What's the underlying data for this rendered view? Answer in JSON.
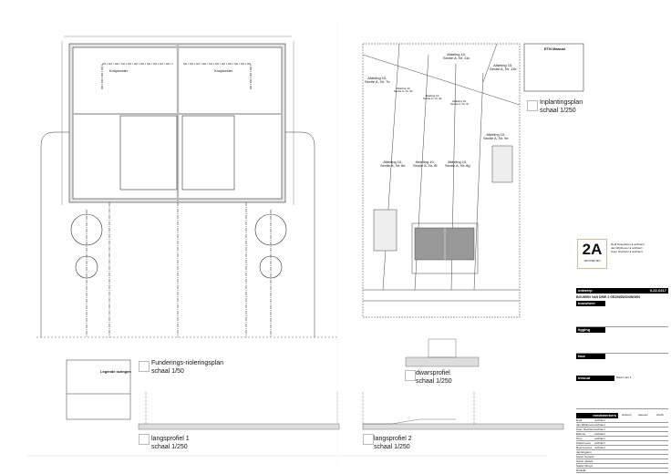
{
  "drawings": {
    "floor_plan": {
      "title": "Funderings-rioleringsplan",
      "scale": "schaal 1/50",
      "room_left": "Kruipkelder",
      "room_right": "Kruipkelder"
    },
    "profile1": {
      "title": "langsprofiel 1",
      "scale": "schaal 1/250"
    },
    "profile2": {
      "title": "langsprofiel 2",
      "scale": "schaal 1/250"
    },
    "cross_profile": {
      "title": "dwarsprofiel",
      "scale": "schaal 1/250"
    },
    "site_plan": {
      "title": "Inplantingsplan",
      "scale": "schaal 1/250"
    }
  },
  "legend": {
    "title": "Legende lozingen"
  },
  "parcels": [
    {
      "line1": "Afdeling 10,",
      "line2": "Sectie A, Nr. 11c"
    },
    {
      "line1": "Afdeling 10,",
      "line2": "Sectie A, Nr. 11b"
    },
    {
      "line1": "Afdeling 10,",
      "line2": "Sectie A, Nr. 7e"
    },
    {
      "line1": "Afdeling 10,",
      "line2": "Sectie A, Nr. 9h"
    },
    {
      "line1": "Afdeling 10,",
      "line2": "Sectie A, Nr. 9k"
    },
    {
      "line1": "Afdeling 10,",
      "line2": "Sectie A, Nr. 9l"
    },
    {
      "line1": "Afdeling 10,",
      "line2": "Sectie A, Nr. 9e"
    },
    {
      "line1": "Afdeling 10,",
      "line2": "Sectie A, Nr. 8e"
    },
    {
      "line1": "Afdeling 10,",
      "line2": "Sectie A, Nr. 8f"
    },
    {
      "line1": "Afdeling 10,",
      "line2": "Sectie A, Nr. 8g"
    }
  ],
  "etn_box": {
    "title": "ETN Manual"
  },
  "title_block": {
    "logo": "2A",
    "logo_sub": "ARCHITECTEN",
    "people": [
      "Rudi Smeyaleos ● architect",
      "Jan Wijnhoven ● architect",
      "Koen Noorlans ● architect"
    ],
    "project_label": "ontwerp",
    "project_code": "0-22-0217",
    "project_title": "BOUWEN VAN DRIE 2 GEZINSWONINGEN",
    "section_client": "bouwheer",
    "section_location": "ligging",
    "section_phase": "fase",
    "section_content": "inhoud",
    "content_value": "blad 2 van 3",
    "section_team": "medewerkers",
    "team_cols": [
      "ontwerp",
      "tekenen",
      "check"
    ],
    "team": [
      "Rudi Smeyaleos",
      "Jan Wijnhoven",
      "Koen Noorlans",
      "Etienne Hamboos",
      "Tony Lemberghs",
      "Kristof Lens",
      "Roel Lievens",
      "Jay Engelen",
      "Stevin Somers",
      "Stevin Jelsels",
      "Stefan Struys",
      "Danielle Poelmans",
      "Kimberly Hermeleel"
    ],
    "team_role": "architect"
  }
}
